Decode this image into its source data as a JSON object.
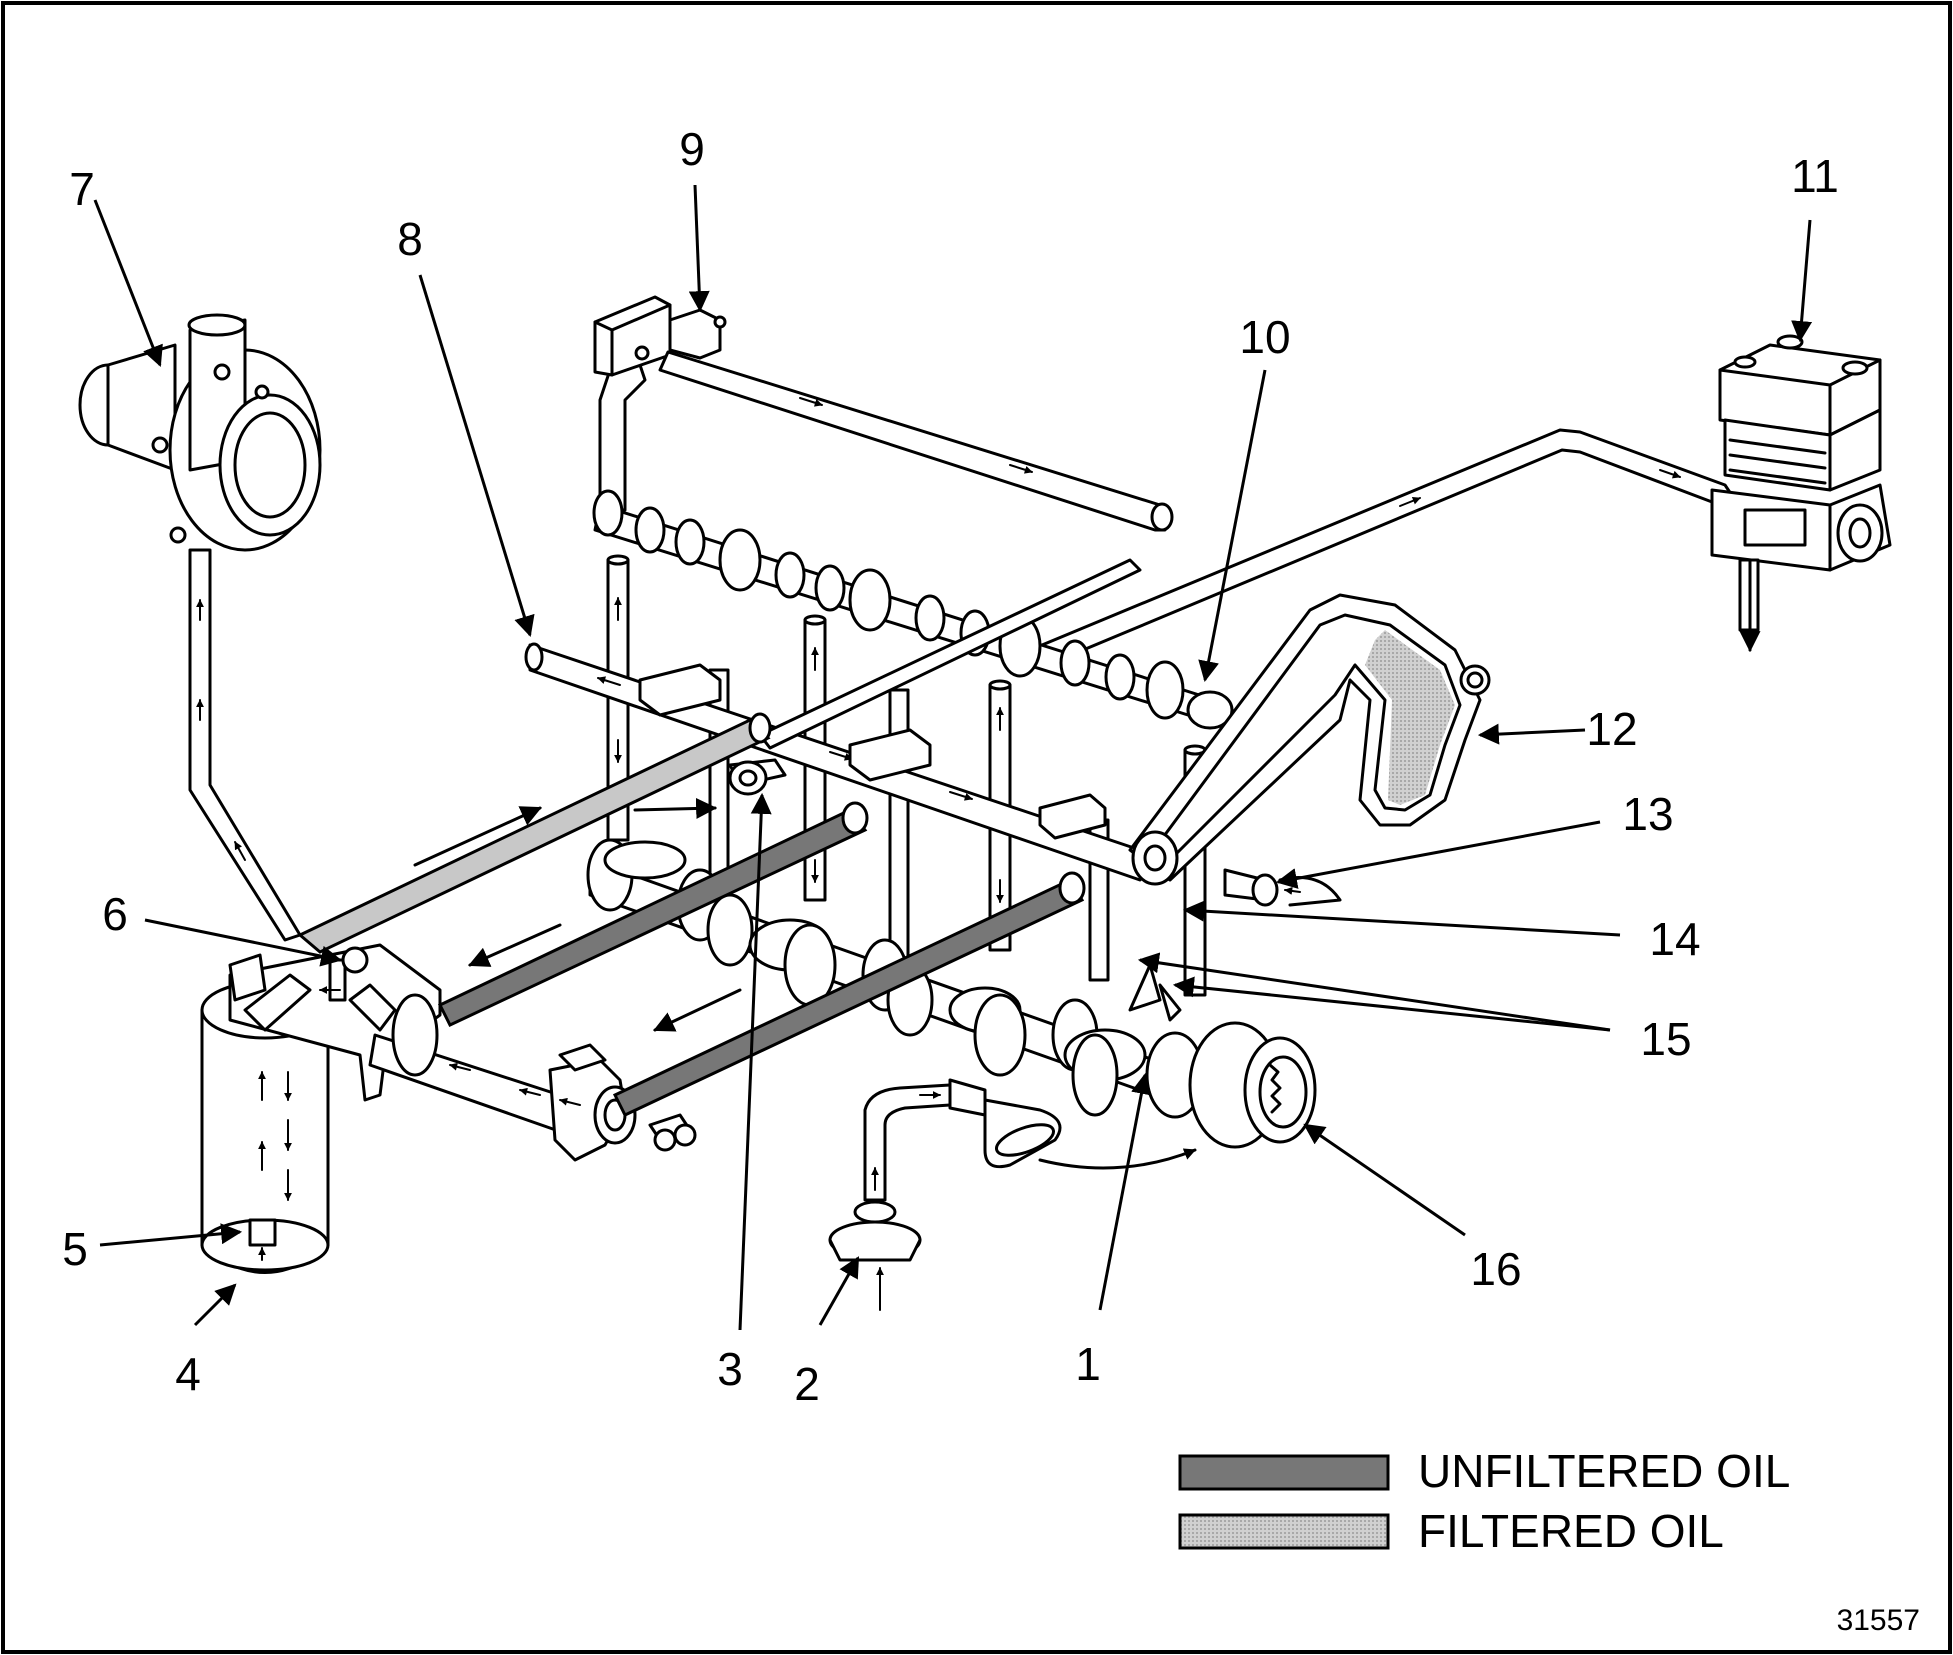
{
  "callouts": {
    "c1": "1",
    "c2": "2",
    "c3": "3",
    "c4": "4",
    "c5": "5",
    "c6": "6",
    "c7": "7",
    "c8": "8",
    "c9": "9",
    "c10": "10",
    "c11": "11",
    "c12": "12",
    "c13": "13",
    "c14": "14",
    "c15": "15",
    "c16": "16"
  },
  "legend": {
    "unfiltered_label": "UNFILTERED OIL",
    "filtered_label": "FILTERED OIL",
    "unfiltered_color": "#777777",
    "filtered_color": "#c8c8c8"
  },
  "figure_number": "31557"
}
